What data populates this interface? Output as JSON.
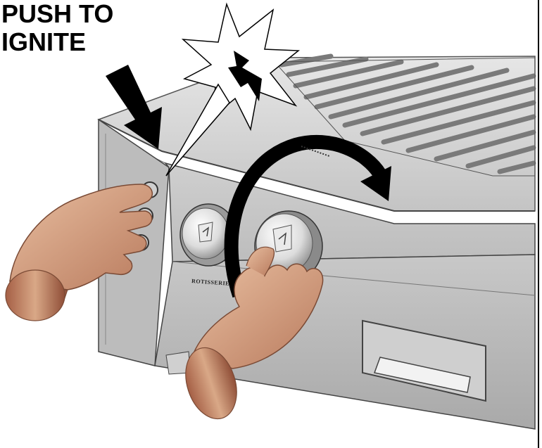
{
  "instruction": {
    "line1": "PUSH TO",
    "line2": "IGNITE"
  },
  "panel_label_partial": "ROTISSERIE",
  "icons": [
    "push-arrow",
    "spark-burst",
    "lightning-bolt",
    "rotate-arrow",
    "ignite-button",
    "rotisserie-knob",
    "burner-knob",
    "hand-pressing",
    "hand-turning"
  ],
  "colors": {
    "ink": "#000000",
    "steel_light": "#d8d8d8",
    "steel_mid": "#b5b5b5",
    "steel_dark": "#6a6a6a",
    "skin": "#d9a887",
    "skin_shadow": "#a86d52"
  }
}
